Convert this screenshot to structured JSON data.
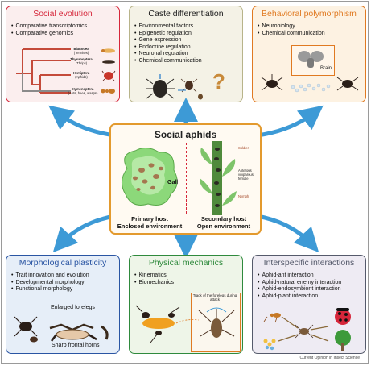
{
  "center": {
    "title": "Social aphids",
    "gall_label": "Gall",
    "primary_host": "Primary host",
    "primary_env": "Enclosed environment",
    "secondary_host": "Secondary host",
    "secondary_env": "Open environment",
    "soldier_label": "Soldier",
    "apterous_label": "Apterous viviparous female",
    "nymph_label": "Nymph"
  },
  "panels": {
    "social_evolution": {
      "title": "Social evolution",
      "items": [
        "Comparative transcriptomics",
        "Comparative genomics"
      ],
      "taxa": [
        {
          "name": "Blattodea",
          "sub": "(Termites)"
        },
        {
          "name": "Thysanoptera",
          "sub": "(Thrips)"
        },
        {
          "name": "Hemiptera",
          "sub": "(Aphids)"
        },
        {
          "name": "Hymenoptera",
          "sub": "(Ants, bees, wasps)"
        }
      ]
    },
    "caste_differentiation": {
      "title": "Caste differentiation",
      "items": [
        "Environmental factors",
        "Epigenetic regulation",
        "Gene expression",
        "Endocrine regulation",
        "Neuronal regulation",
        "Chemical communication"
      ],
      "question": "?"
    },
    "behavioral_polymorphism": {
      "title": "Behavioral polymorphism",
      "items": [
        "Neurobiology",
        "Chemical communication"
      ],
      "brain_label": "Brain"
    },
    "morphological_plasticity": {
      "title": "Morphological plasticity",
      "items": [
        "Trait innovation and evolution",
        "Developmental morphology",
        "Functional morphology"
      ],
      "forelegs_label": "Enlarged forelegs",
      "horns_label": "Sharp frontal horns"
    },
    "physical_mechanics": {
      "title": "Physical mechanics",
      "items": [
        "Kinematics",
        "Biomechanics"
      ],
      "track_label": "Track of the forelegs during attack"
    },
    "interspecific_interactions": {
      "title": "Interspecific interactions",
      "items": [
        "Aphid-ant interaction",
        "Aphid-natural enemy interaction",
        "Aphid-endosymbiont interaction",
        "Aphid-plant interaction"
      ]
    }
  },
  "footer": "Current Opinion in Insect Science",
  "colors": {
    "red_title": "#d6263a",
    "social_evo_bg": "#fbeeee",
    "caste_bg": "#f4f2e6",
    "behav_bg": "#fdf2e2",
    "behav_title": "#e07a22",
    "morph_bg": "#e6eef8",
    "morph_title": "#2a55a3",
    "mech_bg": "#eef5e8",
    "mech_title": "#2f8a3d",
    "inter_bg": "#eeebf3",
    "inter_title": "#555a6b",
    "arrow": "#3d9ad6",
    "center_border": "#e39a2e"
  }
}
